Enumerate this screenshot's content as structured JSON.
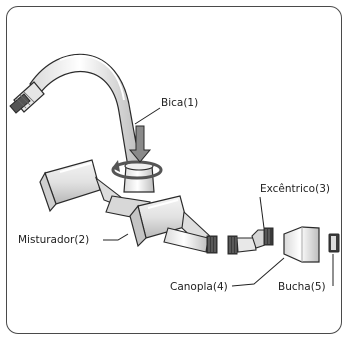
{
  "labels": {
    "bica": "Bica(1)",
    "misturador": "Misturador(2)",
    "excentrico": "Excêntrico(3)",
    "canopla": "Canopla(4)",
    "bucha": "Bucha(5)"
  },
  "colors": {
    "outline": "#2a2a2a",
    "metal_light": "#f2f2f2",
    "metal_mid": "#cfcfcf",
    "metal_dark": "#8a8a8a",
    "thread": "#3a3a3a"
  }
}
